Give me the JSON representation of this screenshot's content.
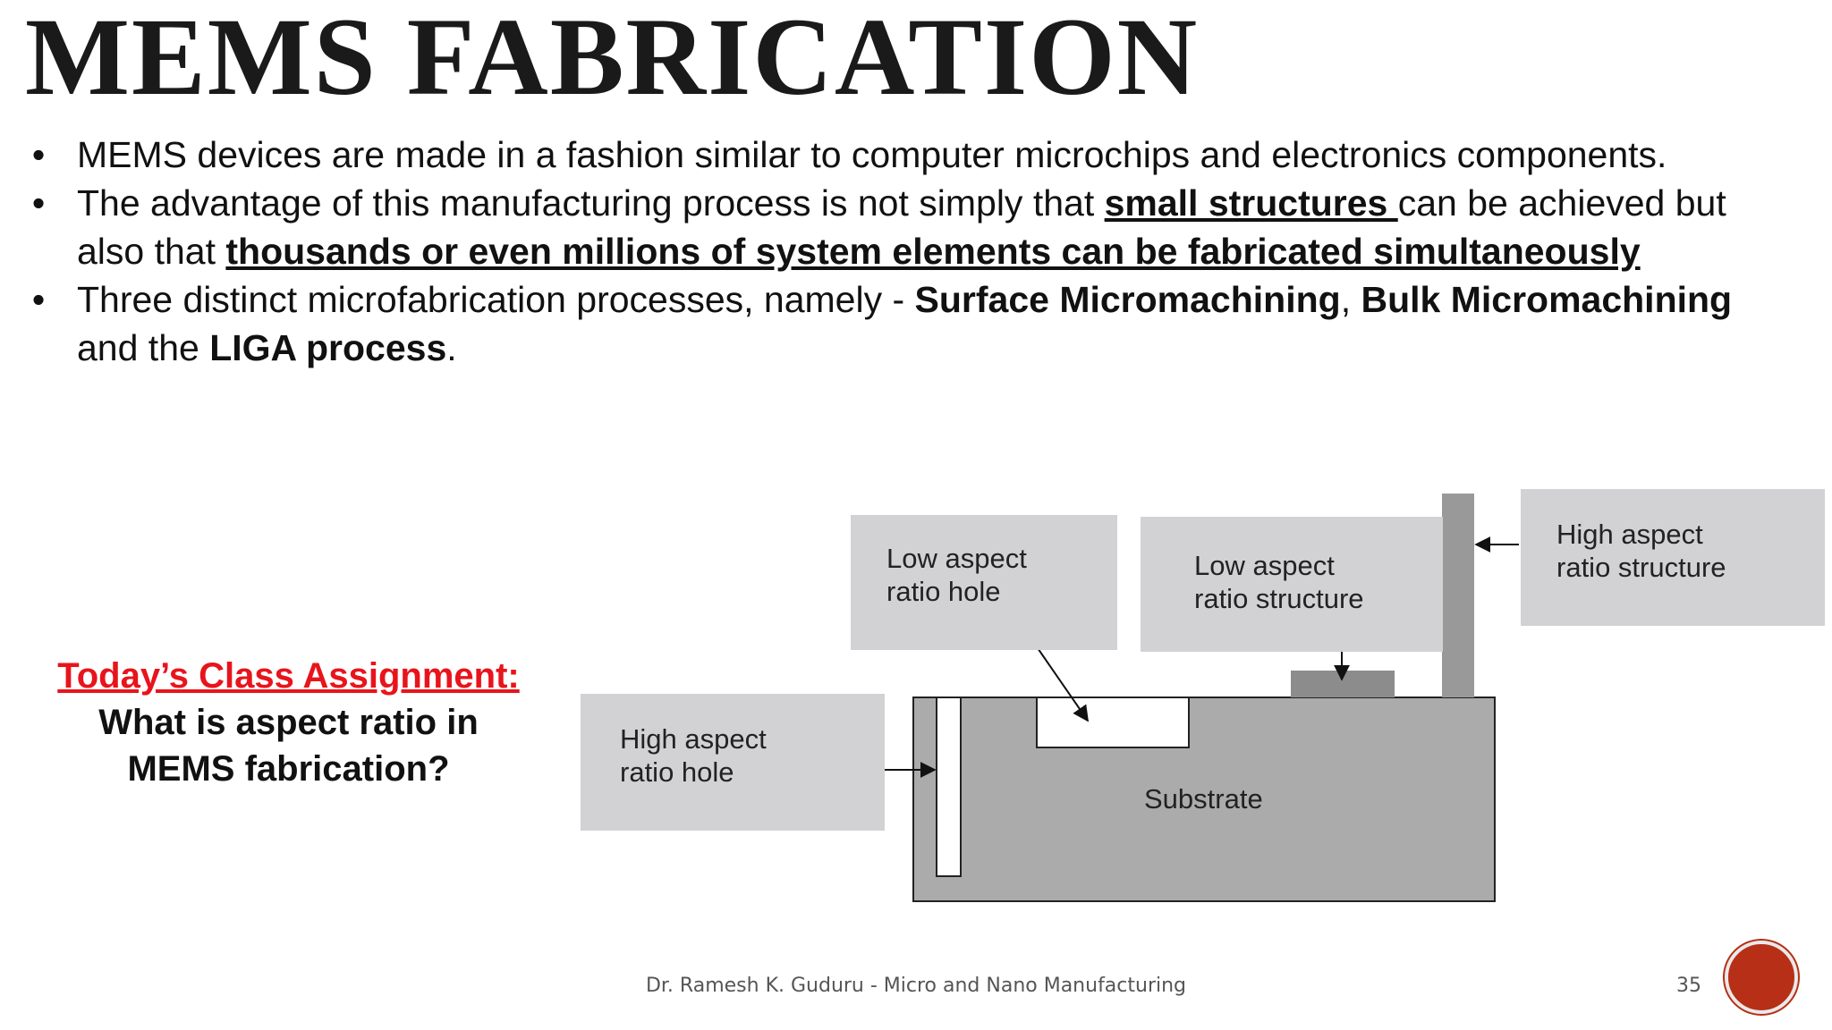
{
  "slide": {
    "title": "MEMS FABRICATION",
    "bullets": {
      "b1": "MEMS devices are made in a fashion similar to computer microchips and electronics components.",
      "b2_a": "The advantage of this manufacturing process is not simply that ",
      "b2_u1": "small structures ",
      "b2_b": "can be achieved but also that ",
      "b2_u2": "thousands or even millions of system elements can be fabricated simultaneously",
      "b3_a": "Three distinct microfabrication processes, namely - ",
      "b3_bold1": "Surface Micromachining",
      "b3_sep": ", ",
      "b3_bold2": "Bulk Micromachining",
      "b3_mid": " and the ",
      "b3_bold3": "LIGA process",
      "b3_end": "."
    },
    "assignment": {
      "heading": "Today’s Class Assignment:",
      "question_line1": "What is aspect ratio in",
      "question_line2": "MEMS fabrication?"
    },
    "diagram": {
      "low_hole": [
        "Low aspect",
        "ratio hole"
      ],
      "low_struct": [
        "Low aspect",
        "ratio structure"
      ],
      "high_struct": [
        "High aspect",
        "ratio structure"
      ],
      "high_hole": [
        "High aspect",
        "ratio hole"
      ],
      "substrate": "Substrate"
    },
    "footer": "Dr. Ramesh K. Guduru - Micro and Nano Manufacturing",
    "page_number": "35",
    "accent_color": "#b62f16",
    "assignment_color": "#e8141c"
  }
}
